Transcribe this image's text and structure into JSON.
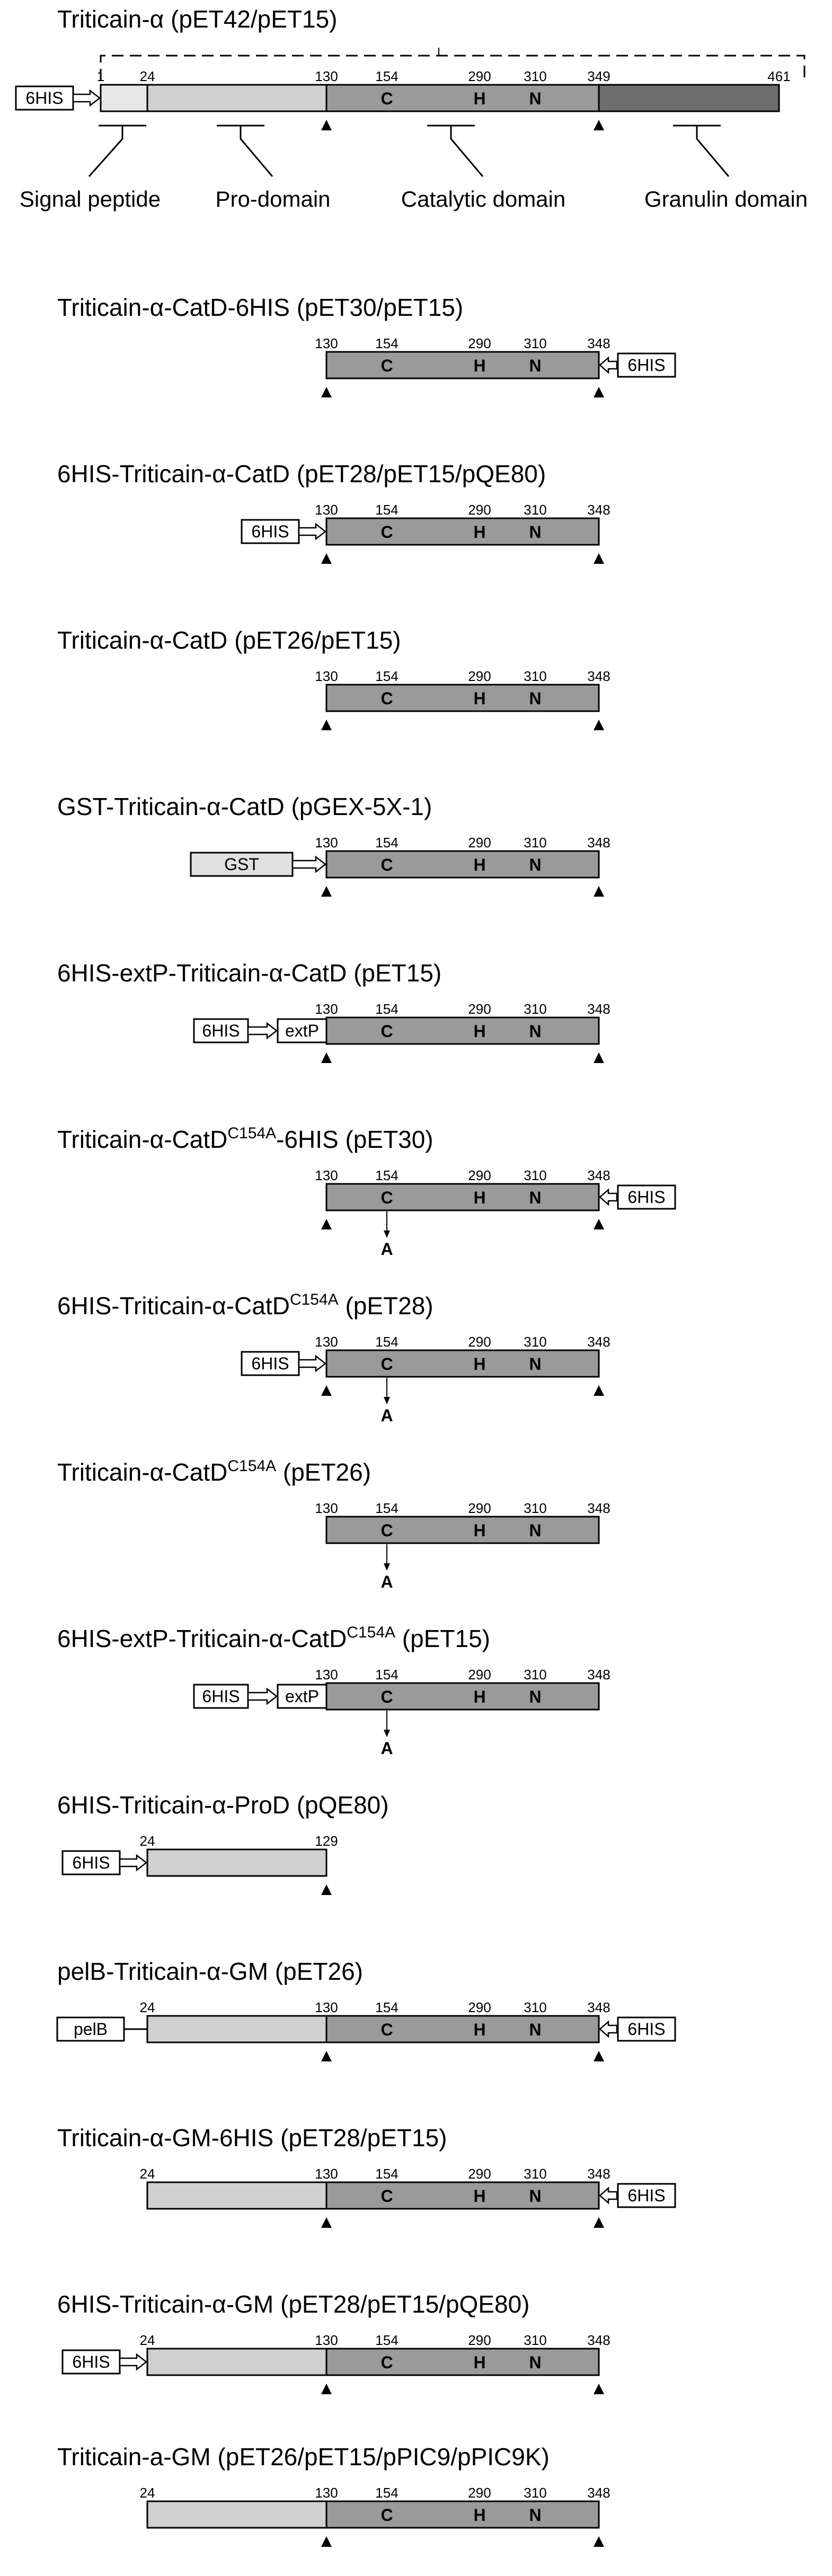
{
  "figure": {
    "domain_labels": [
      "Signal peptide",
      "Pro-domain",
      "Catalytic domain",
      "Granulin domain"
    ],
    "constructs": [
      {
        "title": {
          "main": "Triticain-α",
          "sup": "",
          "suffix": " (pET42/pET15)"
        },
        "boundaries": [
          "1",
          "24",
          "130",
          "154",
          "290",
          "310",
          "349",
          "461"
        ],
        "residues": [
          "C",
          "H",
          "N"
        ],
        "tags": {
          "n_his": "6HIS"
        },
        "cleavage_sites": [
          "130",
          "349"
        ]
      },
      {
        "title": {
          "main": "Triticain-α-CatD-6HIS",
          "sup": "",
          "suffix": " (pET30/pET15)"
        },
        "boundaries": [
          "130",
          "154",
          "290",
          "310",
          "348"
        ],
        "residues": [
          "C",
          "H",
          "N"
        ],
        "tags": {
          "c_his": "6HIS"
        },
        "cleavage_sites": [
          "130",
          "348"
        ]
      },
      {
        "title": {
          "main": "6HIS-Triticain-α-CatD",
          "sup": "",
          "suffix": " (pET28/pET15/pQE80)"
        },
        "boundaries": [
          "130",
          "154",
          "290",
          "310",
          "348"
        ],
        "residues": [
          "C",
          "H",
          "N"
        ],
        "tags": {
          "n_his": "6HIS"
        },
        "cleavage_sites": [
          "130",
          "348"
        ]
      },
      {
        "title": {
          "main": "Triticain-α-CatD",
          "sup": "",
          "suffix": " (pET26/pET15)"
        },
        "boundaries": [
          "130",
          "154",
          "290",
          "310",
          "348"
        ],
        "residues": [
          "C",
          "H",
          "N"
        ],
        "tags": {},
        "cleavage_sites": [
          "130",
          "348"
        ]
      },
      {
        "title": {
          "main": "GST-Triticain-α-CatD",
          "sup": "",
          "suffix": " (pGEX-5X-1)"
        },
        "boundaries": [
          "130",
          "154",
          "290",
          "310",
          "348"
        ],
        "residues": [
          "C",
          "H",
          "N"
        ],
        "tags": {
          "gst": "GST"
        },
        "cleavage_sites": [
          "130",
          "348"
        ]
      },
      {
        "title": {
          "main": "6HIS-extP-Triticain-α-CatD",
          "sup": "",
          "suffix": " (pET15)"
        },
        "boundaries": [
          "130",
          "154",
          "290",
          "310",
          "348"
        ],
        "residues": [
          "C",
          "H",
          "N"
        ],
        "tags": {
          "n_his": "6HIS",
          "extp": "extP"
        },
        "cleavage_sites": [
          "130",
          "348"
        ]
      },
      {
        "title": {
          "main": "Triticain-α-CatD",
          "sup": "C154A",
          "suffix": "-6HIS (pET30)"
        },
        "boundaries": [
          "130",
          "154",
          "290",
          "310",
          "348"
        ],
        "residues": [
          "C",
          "H",
          "N"
        ],
        "tags": {
          "c_his": "6HIS"
        },
        "mutation": "A",
        "cleavage_sites": [
          "130",
          "348"
        ]
      },
      {
        "title": {
          "main": "6HIS-Triticain-α-CatD",
          "sup": "C154A",
          "suffix": " (pET28)"
        },
        "boundaries": [
          "130",
          "154",
          "290",
          "310",
          "348"
        ],
        "residues": [
          "C",
          "H",
          "N"
        ],
        "tags": {
          "n_his": "6HIS"
        },
        "mutation": "A",
        "cleavage_sites": [
          "130",
          "348"
        ]
      },
      {
        "title": {
          "main": "Triticain-α-CatD",
          "sup": "C154A",
          "suffix": " (pET26)"
        },
        "boundaries": [
          "130",
          "154",
          "290",
          "310",
          "348"
        ],
        "residues": [
          "C",
          "H",
          "N"
        ],
        "tags": {},
        "mutation": "A",
        "cleavage_sites": []
      },
      {
        "title": {
          "main": "6HIS-extP-Triticain-α-CatD",
          "sup": "C154A",
          "suffix": " (pET15)"
        },
        "boundaries": [
          "130",
          "154",
          "290",
          "310",
          "348"
        ],
        "residues": [
          "C",
          "H",
          "N"
        ],
        "tags": {
          "n_his": "6HIS",
          "extp": "extP"
        },
        "mutation": "A",
        "cleavage_sites": []
      },
      {
        "title": {
          "main": "6HIS-Triticain-α-ProD",
          "sup": "",
          "suffix": " (pQE80)"
        },
        "boundaries": [
          "24",
          "129"
        ],
        "residues": [],
        "tags": {
          "n_his": "6HIS"
        },
        "cleavage_sites": [
          "129"
        ]
      },
      {
        "title": {
          "main": "pelB-Triticain-α-GM",
          "sup": "",
          "suffix": " (pET26)"
        },
        "boundaries": [
          "24",
          "130",
          "154",
          "290",
          "310",
          "348"
        ],
        "residues": [
          "C",
          "H",
          "N"
        ],
        "tags": {
          "pelb": "pelB",
          "c_his": "6HIS"
        },
        "cleavage_sites": [
          "130",
          "348"
        ]
      },
      {
        "title": {
          "main": "Triticain-α-GM-6HIS",
          "sup": "",
          "suffix": " (pET28/pET15)"
        },
        "boundaries": [
          "24",
          "130",
          "154",
          "290",
          "310",
          "348"
        ],
        "residues": [
          "C",
          "H",
          "N"
        ],
        "tags": {
          "c_his": "6HIS"
        },
        "cleavage_sites": [
          "130",
          "348"
        ]
      },
      {
        "title": {
          "main": "6HIS-Triticain-α-GM",
          "sup": "",
          "suffix": " (pET28/pET15/pQE80)"
        },
        "boundaries": [
          "24",
          "130",
          "154",
          "290",
          "310",
          "348"
        ],
        "residues": [
          "C",
          "H",
          "N"
        ],
        "tags": {
          "n_his": "6HIS"
        },
        "cleavage_sites": [
          "130",
          "348"
        ]
      },
      {
        "title": {
          "main": "Tritic​ain-a-GM",
          "sup": "",
          "suffix": " (pET26/pET15/pPIC9/pPIC9K)"
        },
        "boundaries": [
          "24",
          "130",
          "154",
          "290",
          "310",
          "348"
        ],
        "residues": [
          "C",
          "H",
          "N"
        ],
        "tags": {},
        "cleavage_sites": [
          "130",
          "348"
        ]
      }
    ]
  }
}
